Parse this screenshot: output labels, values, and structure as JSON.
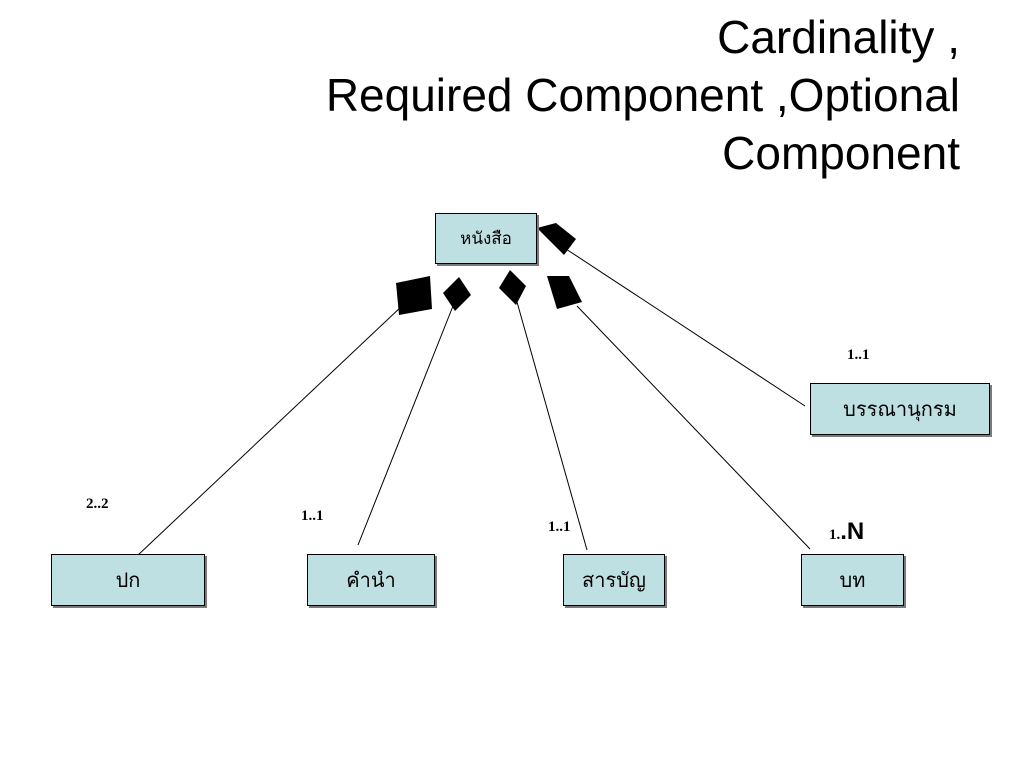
{
  "title": {
    "line1": "Cardinality ,",
    "line2": "Required Component ,Optional",
    "line3": "Component"
  },
  "nodes": {
    "root": "หนังสือ",
    "cover": "ปก",
    "preface": "คำนำ",
    "toc": "สารบัญ",
    "chapter": "บท",
    "bibliography": "บรรณานุกรม"
  },
  "cardinalities": {
    "cover": "2..2",
    "preface": "1..1",
    "toc": "1..1",
    "chapter_prefix": "1.",
    "chapter_suffix": ".N",
    "bibliography": "1..1"
  },
  "colors": {
    "box_fill": "#bfe0e3",
    "diamond_fill": "#000000",
    "line": "#000000"
  }
}
